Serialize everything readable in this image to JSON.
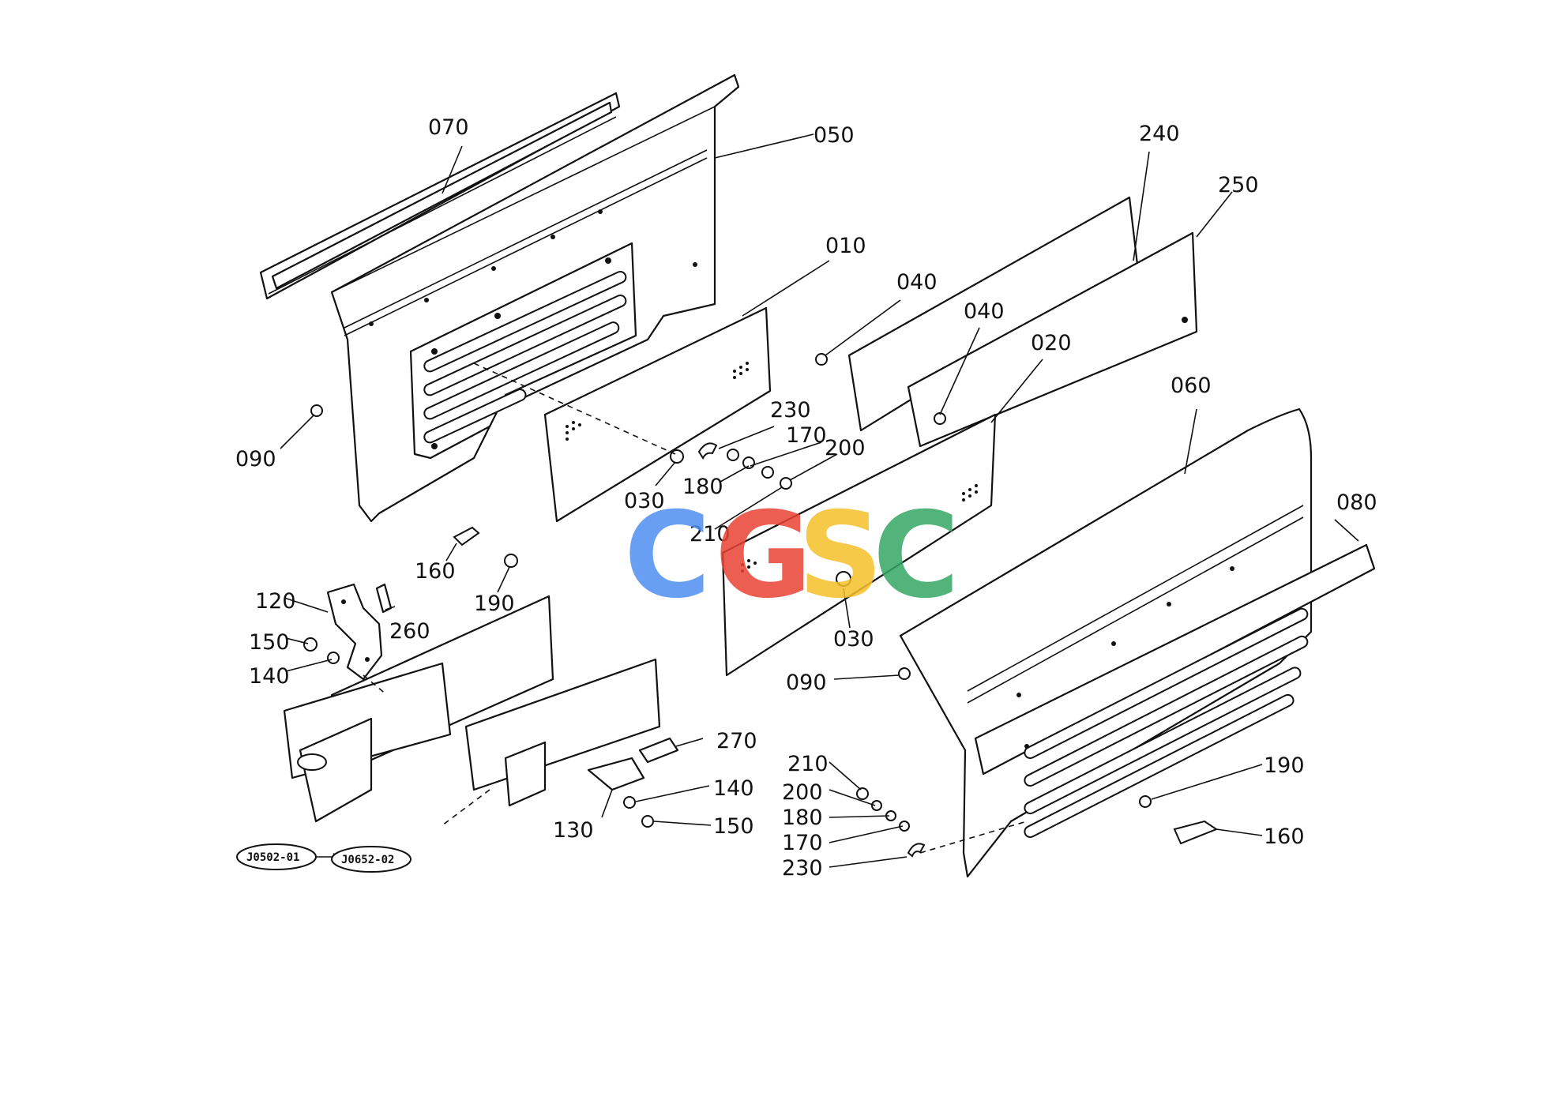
{
  "watermark": {
    "letters": [
      {
        "char": "C",
        "color": "#4f8ff0"
      },
      {
        "char": "G",
        "color": "#ea4335"
      },
      {
        "char": "S",
        "color": "#f5c02a"
      },
      {
        "char": "C",
        "color": "#34a864"
      }
    ]
  },
  "labels": {
    "l070": "070",
    "l050": "050",
    "l010": "010",
    "l240": "240",
    "l250": "250",
    "l040a": "040",
    "l040b": "040",
    "l020": "020",
    "l060": "060",
    "l080": "080",
    "l090a": "090",
    "l230a": "230",
    "l170a": "170",
    "l200a": "200",
    "l180a": "180",
    "l030a": "030",
    "l210a": "210",
    "l160a": "160",
    "l190a": "190",
    "l120": "120",
    "l260": "260",
    "l150a": "150",
    "l140a": "140",
    "l030b": "030",
    "l090b": "090",
    "l270": "270",
    "l140b": "140",
    "l130": "130",
    "l150b": "150",
    "l210b": "210",
    "l200b": "200",
    "l180b": "180",
    "l170b": "170",
    "l230b": "230",
    "l190b": "190",
    "l160b": "160"
  },
  "references": {
    "ref1": "J0502-01",
    "ref2": "J0652-02"
  }
}
